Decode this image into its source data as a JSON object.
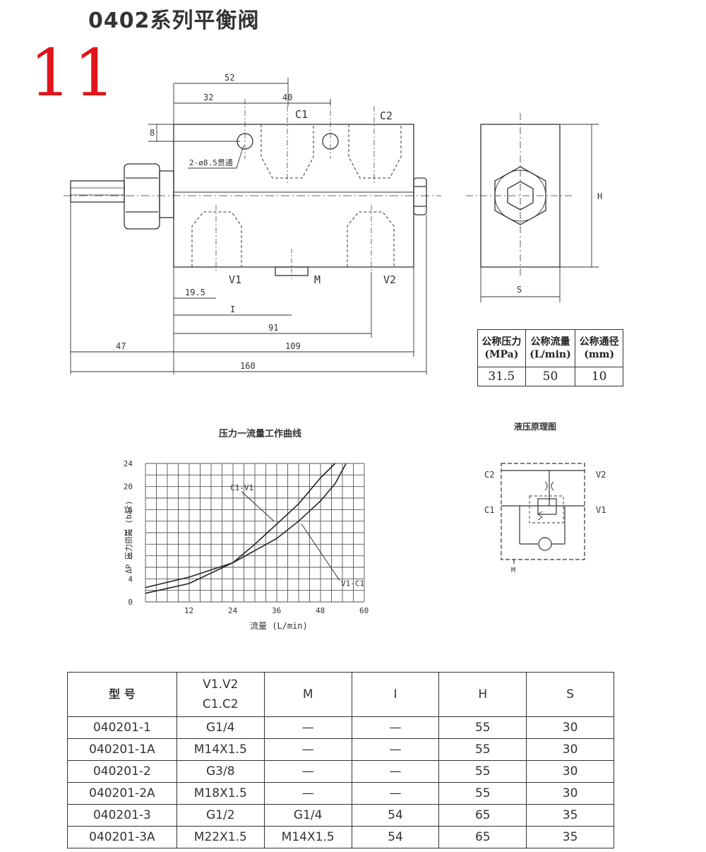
{
  "page": {
    "title": "0402系列平衡阀",
    "number": "11"
  },
  "drawing": {
    "dims": {
      "d52": "52",
      "d32": "32",
      "d40": "40",
      "d8": "8",
      "hole": "2-ø8.5贯通",
      "d19_5": "19.5",
      "dI": "I",
      "d91": "91",
      "d47": "47",
      "d109": "109",
      "d160": "160",
      "H": "H",
      "S": "S"
    },
    "ports": {
      "c1": "C1",
      "c2": "C2",
      "v1": "V1",
      "v2": "V2",
      "m": "M"
    }
  },
  "spec_table": {
    "headers": [
      [
        "公称压力",
        "(MPa)"
      ],
      [
        "公称流量",
        "(L/min)"
      ],
      [
        "公称通径",
        "(mm)"
      ]
    ],
    "values": [
      "31.5",
      "50",
      "10"
    ]
  },
  "chart_data": {
    "type": "line",
    "title": "压力一流量工作曲线",
    "xlabel": "流量 (L/min)",
    "ylabel": "ΔP 压力损失 (bar)",
    "xlim": [
      0,
      60
    ],
    "ylim": [
      0,
      24
    ],
    "xticks": [
      "12",
      "24",
      "36",
      "48",
      "60"
    ],
    "yticks": [
      "0",
      "4",
      "8",
      "12",
      "16",
      "20",
      "24"
    ],
    "grid": true,
    "series": [
      {
        "name": "C1-V1",
        "x": [
          0,
          12,
          24,
          30,
          36,
          42,
          48,
          52
        ],
        "y": [
          1.5,
          3.2,
          6.8,
          10.0,
          13.5,
          17.0,
          21.5,
          24
        ]
      },
      {
        "name": "V1-C1",
        "x": [
          0,
          12,
          24,
          36,
          42,
          48,
          52,
          55
        ],
        "y": [
          2.5,
          4.3,
          6.8,
          11.0,
          14.0,
          17.5,
          20.5,
          24
        ]
      }
    ]
  },
  "schematic": {
    "title": "液压原理图",
    "labels": {
      "c2": "C2",
      "v2": "V2",
      "c1": "C1",
      "v1": "V1",
      "m": "M"
    }
  },
  "model_table": {
    "headers": [
      "型  号",
      "V1.V2",
      "C1.C2",
      "M",
      "I",
      "H",
      "S"
    ],
    "rows": [
      [
        "040201-1",
        "G1/4",
        "—",
        "—",
        "55",
        "30"
      ],
      [
        "040201-1A",
        "M14X1.5",
        "—",
        "—",
        "55",
        "30"
      ],
      [
        "040201-2",
        "G3/8",
        "—",
        "—",
        "55",
        "30"
      ],
      [
        "040201-2A",
        "M18X1.5",
        "—",
        "—",
        "55",
        "30"
      ],
      [
        "040201-3",
        "G1/2",
        "G1/4",
        "54",
        "65",
        "35"
      ],
      [
        "040201-3A",
        "M22X1.5",
        "M14X1.5",
        "54",
        "65",
        "35"
      ]
    ]
  }
}
